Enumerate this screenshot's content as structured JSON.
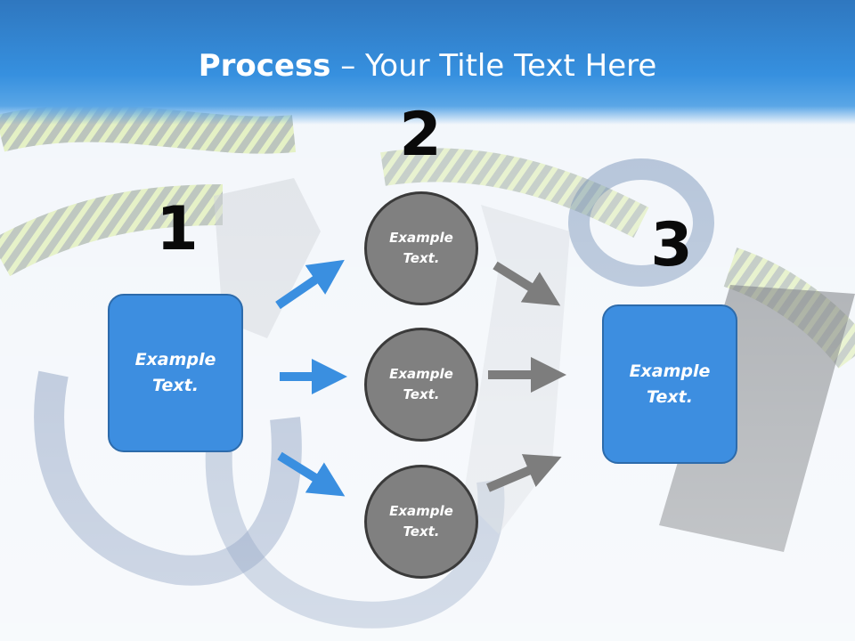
{
  "slide": {
    "title_bold": "Process",
    "title_rest": " – Your Title Text Here"
  },
  "steps": [
    {
      "number": "1",
      "text": "Example Text."
    },
    {
      "number": "2"
    },
    {
      "number": "3",
      "text": "Example Text."
    }
  ],
  "circles": [
    {
      "text": "Example Text."
    },
    {
      "text": "Example Text."
    },
    {
      "text": "Example Text."
    }
  ],
  "colors": {
    "header_blue": "#3690df",
    "box_blue": "#3d8ee0",
    "box_border": "#2d6bab",
    "circle_gray": "#808080",
    "arrow_blue": "#3a8fe0",
    "arrow_gray": "#7d7d7d"
  }
}
